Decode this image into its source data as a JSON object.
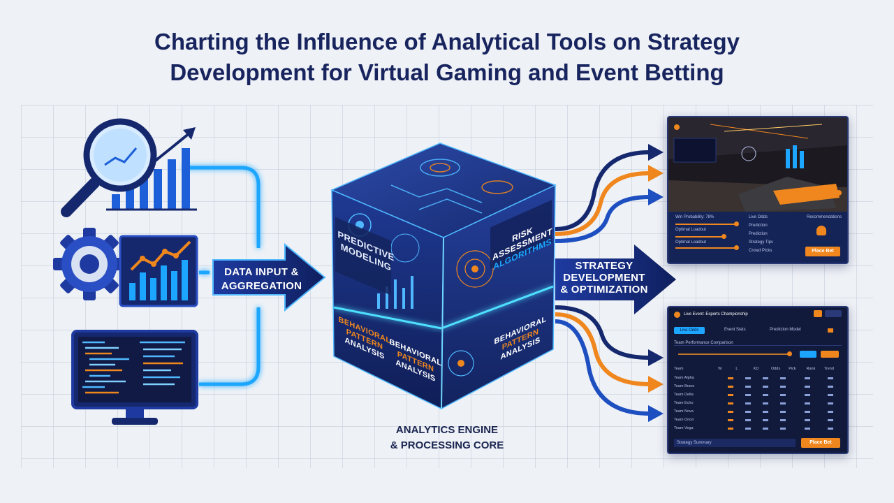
{
  "title": {
    "line1": "Charting the Influence of Analytical Tools on Strategy",
    "line2": "Development for Virtual Gaming and Event Betting"
  },
  "input_label": {
    "line1": "DATA INPUT &",
    "line2": "AGGREGATION"
  },
  "output_label": {
    "line1": "STRATEGY",
    "line2": "DEVELOPMENT",
    "line3": "& OPTIMIZATION"
  },
  "cube_faces": {
    "predictive": {
      "line1": "PREDICTIVE",
      "line2": "MODELING"
    },
    "risk": {
      "line1": "RISK",
      "line2": "ASSESSMENT",
      "line3": "ALGORITHMS"
    },
    "behavioral_left": {
      "line1": "BEHAVIORAL",
      "line2": "PATTERN",
      "line3": "ANALYSIS"
    },
    "behavioral_mid": {
      "line1": "BEHAVIORAL",
      "line2": "PATTERN",
      "line3": "ANALYSIS"
    },
    "behavioral_right": {
      "line1": "BEHAVIORAL",
      "line2": "PATTERN",
      "line3": "ANALYSIS"
    }
  },
  "engine_caption": {
    "line1": "ANALYTICS ENGINE",
    "line2": "& PROCESSING CORE"
  },
  "game_screen": {
    "stat_rows": [
      "Win Probability: 78%",
      "Optimal Loadout",
      "Optimal Loadout"
    ],
    "mid_rows": [
      "Live Odds",
      "Prediction",
      "Prediction",
      "Strategy Tips",
      "Crowd Picks"
    ],
    "right_header": "Recommendations",
    "button": "Place Bet"
  },
  "event_screen": {
    "title": "Live Event: Esports Championship",
    "tabs": [
      "Live Odds",
      "Event Stats",
      "Prediction Model"
    ],
    "filter_row": "Team Performance Comparison",
    "columns": [
      "Team",
      "W",
      "L",
      "KD",
      "Odds",
      "Pick",
      "Rank",
      "Trend"
    ],
    "rows": [
      "Team Alpha",
      "Team Bravo",
      "Team Delta",
      "Team Echo",
      "Team Nova",
      "Team Orion",
      "Team Vega"
    ],
    "footer_label": "Strategy Summary",
    "button": "Place Bet"
  },
  "colors": {
    "navy": "#18245e",
    "accent_orange": "#f0871e",
    "accent_blue": "#1da6ff",
    "arrow_dark": "#15286e"
  }
}
